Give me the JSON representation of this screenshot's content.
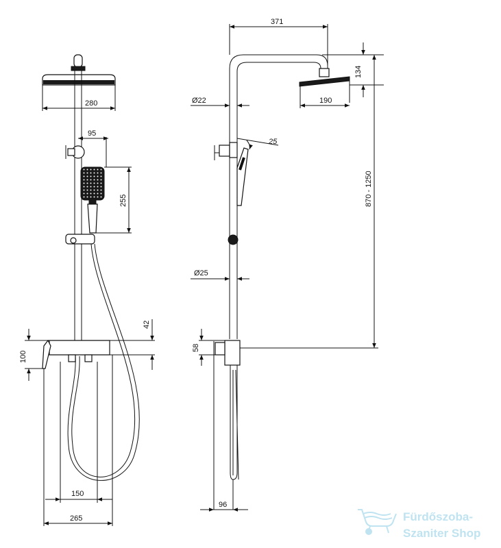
{
  "dimensions": {
    "head_width": "280",
    "arm_offset": "95",
    "hand_shower_height": "255",
    "outlet_offset": "42",
    "mixer_height": "100",
    "connector_spacing": "150",
    "overall_width": "265",
    "arm_reach": "371",
    "head_height": "134",
    "rod_diameter_top": "Ø22",
    "head_side": "190",
    "tilt_angle": "25",
    "height_range": "870 - 1250",
    "rod_diameter_bottom": "Ø25",
    "mixer_depth": "58",
    "wall_depth": "96"
  },
  "watermark": {
    "line1": "Fürdőszoba-",
    "line2": "Szaniter Shop",
    "color": "#bfe3f0"
  }
}
